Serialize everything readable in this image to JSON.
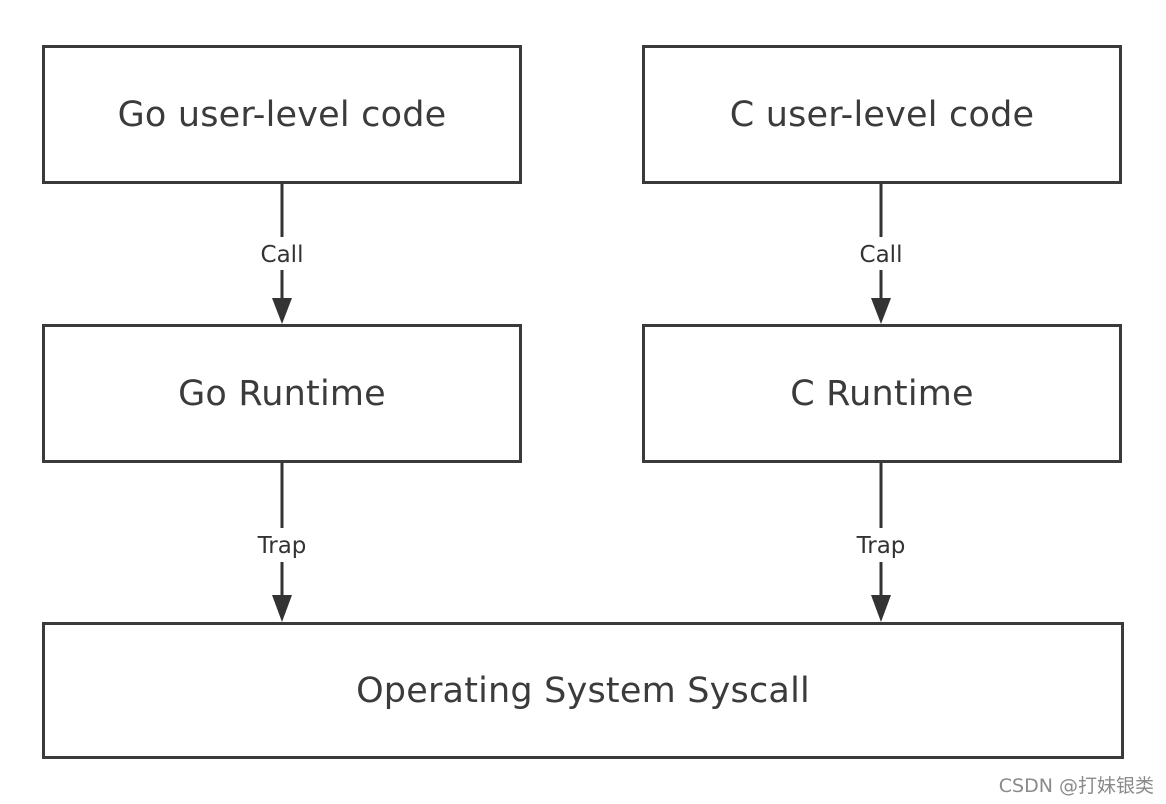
{
  "diagram": {
    "nodes": {
      "go_user_code": "Go user-level code",
      "c_user_code": "C user-level code",
      "go_runtime": "Go Runtime",
      "c_runtime": "C Runtime",
      "os_syscall": "Operating System Syscall"
    },
    "edges": [
      {
        "from": "Go user-level code",
        "to": "Go Runtime",
        "label": "Call"
      },
      {
        "from": "C user-level code",
        "to": "C Runtime",
        "label": "Call"
      },
      {
        "from": "Go Runtime",
        "to": "Operating System Syscall",
        "label": "Trap"
      },
      {
        "from": "C Runtime",
        "to": "Operating System Syscall",
        "label": "Trap"
      }
    ]
  },
  "watermark": "CSDN @打妹银类"
}
